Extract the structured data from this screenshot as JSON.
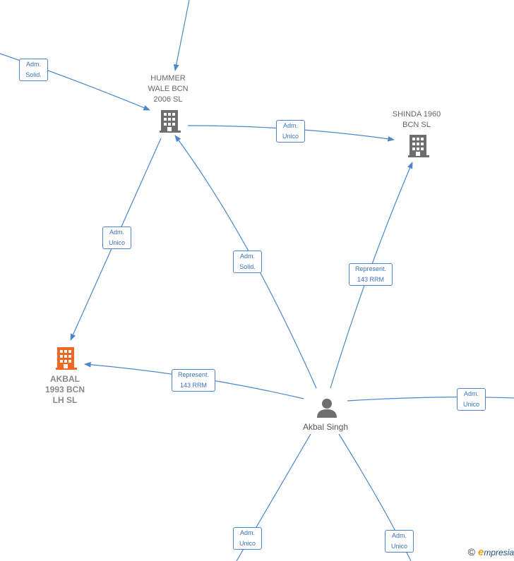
{
  "nodes": {
    "hummer": {
      "label": "HUMMER\nWALE BCN\n2006  SL",
      "icon": "building-icon",
      "color": "#6e6e6e"
    },
    "shinda": {
      "label": "SHINDA 1960\nBCN  SL",
      "icon": "building-icon",
      "color": "#6e6e6e"
    },
    "akbal_sl": {
      "label": "AKBAL\n1993 BCN\nLH  SL",
      "icon": "building-icon",
      "color": "#f26522"
    },
    "akbal_singh": {
      "label": "Akbal Singh",
      "icon": "person-icon",
      "color": "#6e6e6e"
    }
  },
  "edges": {
    "topleft_hummer": "Adm.\nSolid.",
    "hummer_shinda": "Adm.\nUnico",
    "hummer_akbal": "Adm.\nUnico",
    "singh_hummer": "Adm.\nSolid.",
    "singh_shinda": "Represent.\n143 RRM",
    "singh_akbal": "Represent.\n143 RRM",
    "singh_right": "Adm.\nUnico",
    "singh_bottomleft": "Adm.\nUnico",
    "singh_bottomright": "Adm.\nUnico"
  },
  "colors": {
    "edge": "#4a86c8",
    "accent": "#f26522",
    "neutral": "#6e6e6e"
  },
  "brand": {
    "copyright": "©",
    "initial": "e",
    "name": "mpresia"
  }
}
